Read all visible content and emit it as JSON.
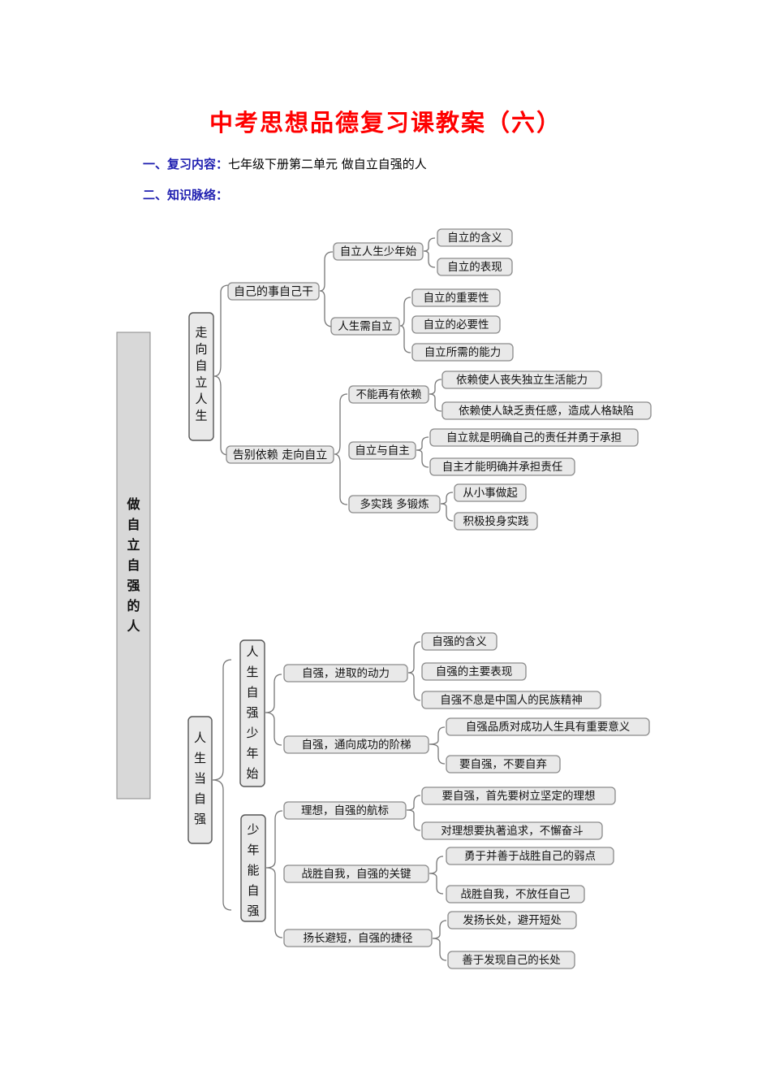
{
  "title": "中考思想品德复习课教案（六）",
  "section1": {
    "label": "一、复习内容：",
    "value": "七年级下册第二单元  做自立自强的人"
  },
  "section2": {
    "label": "二、知识脉络："
  },
  "mindmap": {
    "root": "做自立自强的人",
    "part1": {
      "label": "走向自立人生",
      "a": {
        "label": "自己的事自己干",
        "a1": {
          "label": "自立人生少年始",
          "items": [
            "自立的含义",
            "自立的表现"
          ]
        },
        "a2": {
          "label": "人生需自立",
          "items": [
            "自立的重要性",
            "自立的必要性",
            "自立所需的能力"
          ]
        }
      },
      "b": {
        "label": "告别依赖  走向自立",
        "b1": {
          "label": "不能再有依赖",
          "items": [
            "依赖使人丧失独立生活能力",
            "依赖使人缺乏责任感，造成人格缺陷"
          ]
        },
        "b2": {
          "label": "自立与自主",
          "items": [
            "自立就是明确自己的责任并勇于承担",
            "自主才能明确并承担责任"
          ]
        },
        "b3": {
          "label": "多实践    多锻炼",
          "items": [
            "从小事做起",
            "积极投身实践"
          ]
        }
      }
    },
    "part2": {
      "label": "人生当自强",
      "a": {
        "label": "人生自强少年始",
        "a1": {
          "label": "自强，进取的动力",
          "items": [
            "自强的含义",
            "自强的主要表现",
            "自强不息是中国人的民族精神"
          ]
        },
        "a2": {
          "label": "自强，通向成功的阶梯",
          "items": [
            "自强品质对成功人生具有重要意义",
            "要自强，不要自弃"
          ]
        }
      },
      "b": {
        "label": "少年能自强",
        "b1": {
          "label": "理想，自强的航标",
          "items": [
            "要自强，首先要树立坚定的理想",
            "对理想要执著追求，不懈奋斗"
          ]
        },
        "b2": {
          "label": "战胜自我，自强的关键",
          "items": [
            "勇于并善于战胜自己的弱点",
            "战胜自我，不放任自己"
          ]
        },
        "b3": {
          "label": "扬长避短，自强的捷径",
          "items": [
            "发扬长处，避开短处",
            "善于发现自己的长处"
          ]
        }
      }
    }
  }
}
